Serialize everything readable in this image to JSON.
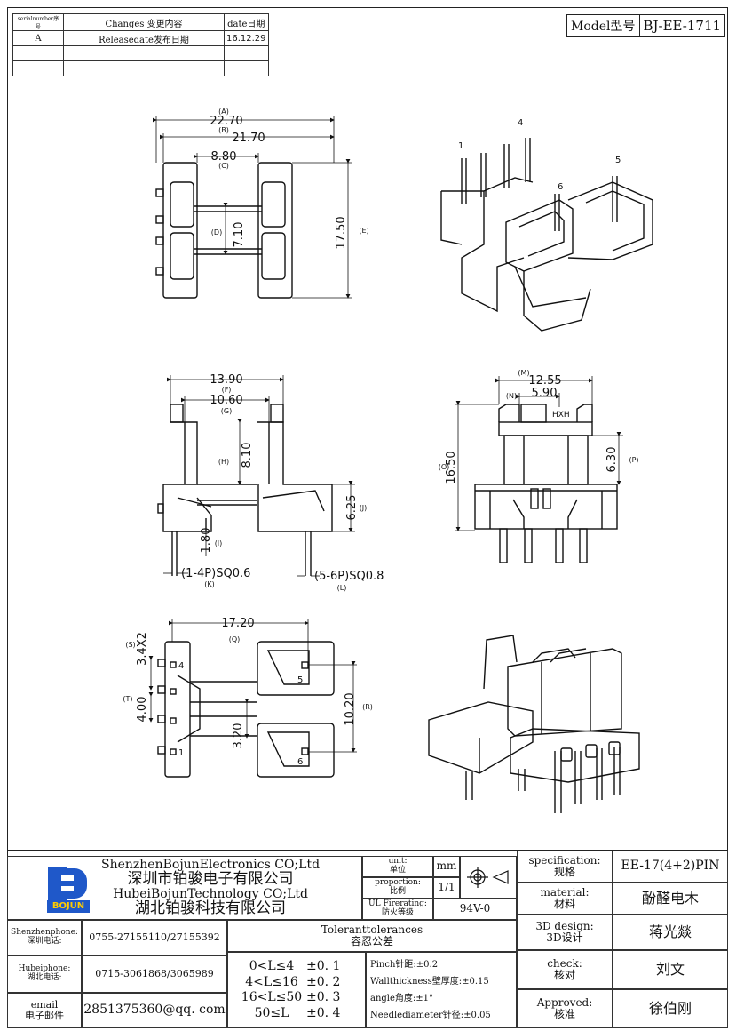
{
  "revision": {
    "headers": [
      "serialnumber序号",
      "Changes 变更内容",
      "date日期"
    ],
    "rows": [
      [
        "A",
        "Releasedate发布日期",
        "16.12.29"
      ],
      [
        "",
        "",
        ""
      ],
      [
        "",
        "",
        ""
      ]
    ]
  },
  "model": {
    "label": "Model型号",
    "value": "BJ-EE-1711"
  },
  "top_view": {
    "dim_a": "22.70",
    "lbl_a": "(A)",
    "dim_b": "21.70",
    "lbl_b": "(B)",
    "dim_c": "8.80",
    "lbl_c": "(C)",
    "dim_d": "7.10",
    "lbl_d": "(D)",
    "dim_e": "17.50",
    "lbl_e": "(E)"
  },
  "iso_top": {
    "pin1": "1",
    "pin4": "4",
    "pin5": "5",
    "pin6": "6"
  },
  "front_view": {
    "dim_f": "13.90",
    "lbl_f": "(F)",
    "dim_g": "10.60",
    "lbl_g": "(G)",
    "dim_h": "8.10",
    "lbl_h": "(H)",
    "dim_i": "1.80",
    "lbl_i": "(I)",
    "dim_j": "6.25",
    "lbl_j": "(J)",
    "dim_k": "(1-4P)SQ0.6",
    "lbl_k": "(K)",
    "dim_l": "(5-6P)SQ0.8",
    "lbl_l": "(L)"
  },
  "side_view": {
    "dim_m": "12.55",
    "lbl_m": "(M)",
    "dim_n": "5.90",
    "lbl_n": "(N)",
    "dim_o": "16.50",
    "lbl_o": "(O)",
    "dim_p": "6.30",
    "lbl_p": "(P)",
    "mark": "HXH"
  },
  "bottom_view": {
    "dim_q": "17.20",
    "lbl_q": "(Q)",
    "dim_s": "3.4X2",
    "lbl_s": "(S)",
    "dim_t": "4.00",
    "lbl_t": "(T)",
    "dim_r": "10.20",
    "lbl_r": "(R)",
    "dim_u": "3.20",
    "pin1": "1",
    "pin4": "4",
    "pin5": "5",
    "pin6": "6"
  },
  "title_block": {
    "company_en1": "ShenzhenBojunElectronics CO;Ltd",
    "company_cn1": "深圳市铂骏电子有限公司",
    "company_en2": "HubeiBojunTechnology CO;Ltd",
    "company_cn2": "湖北铂骏科技有限公司",
    "logo_text": "BOJUN",
    "unit_label": "unit:\n单位",
    "unit_value": "mm",
    "proportion_label": "proportion:\n比例",
    "proportion_value": "1/1",
    "ul_label": "UL Firerating:\n防火等级",
    "ul_value": "94V-0",
    "spec_label": "specification:\n规格",
    "spec_value": "EE-17(4+2)PIN",
    "material_label": "material:\n材料",
    "material_value": "酚醛电木",
    "design_label": "3D design:\n3D设计",
    "design_value": "蒋光燚",
    "check_label": "check:\n核对",
    "check_value": "刘文",
    "approved_label": "Approved:\n核准",
    "approved_value": "徐伯刚",
    "sz_phone_label": "Shenzhenphone:\n深圳电话:",
    "sz_phone_value": "0755-27155110/27155392",
    "hb_phone_label": "Hubeiphone:\n湖北电话:",
    "hb_phone_value": "0715-3061868/3065989",
    "email_label": "email\n电子邮件",
    "email_value": "2851375360@qq. com",
    "tol_title": "Toleranttolerances\n容忍公差",
    "tol_ranges": [
      "0<L≤4",
      "4<L≤16",
      "16<L≤50",
      "50≤L"
    ],
    "tol_values": [
      "±0. 1",
      "±0. 2",
      "±0. 3",
      "±0. 4"
    ],
    "tol_notes": [
      "Pinch针距:±0.2",
      "Wallthickness壁厚度:±0.15",
      "angle角度:±1°",
      "Needlediameter针径:±0.05"
    ]
  }
}
